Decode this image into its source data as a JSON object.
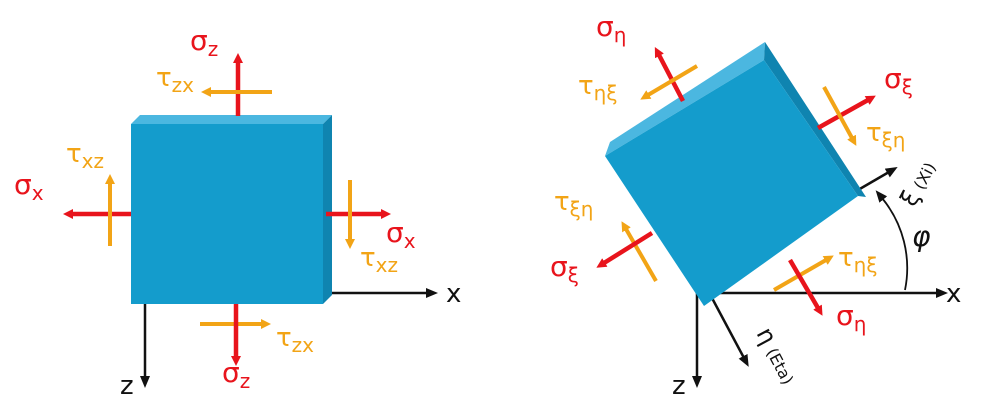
{
  "colors": {
    "block_face": "#149ccc",
    "block_top": "#4bb7e0",
    "block_side": "#0f84b0",
    "normal_stress": "#e8141c",
    "shear_stress": "#f2a416",
    "axis": "#111111"
  },
  "left": {
    "axes": {
      "x": "x",
      "z": "z"
    },
    "sigma_z_top": {
      "base": "σ",
      "sub": "z"
    },
    "tau_zx_top": {
      "base": "τ",
      "sub": "zx"
    },
    "tau_xz_left": {
      "base": "τ",
      "sub": "xz"
    },
    "sigma_x_left": {
      "base": "σ",
      "sub": "x"
    },
    "sigma_x_right": {
      "base": "σ",
      "sub": "x"
    },
    "tau_xz_right": {
      "base": "τ",
      "sub": "xz"
    },
    "tau_zx_bottom": {
      "base": "τ",
      "sub": "zx"
    },
    "sigma_z_bottom": {
      "base": "σ",
      "sub": "z"
    }
  },
  "right": {
    "axes": {
      "x": "x",
      "z": "z"
    },
    "xi_axis": {
      "symbol": "ξ",
      "note": "(Xi)"
    },
    "eta_axis": {
      "symbol": "η",
      "note": "(Eta)"
    },
    "angle": "φ",
    "sigma_eta_top": {
      "base": "σ",
      "sub": "η"
    },
    "tau_etaxi_top": {
      "base": "τ",
      "sub": "ηξ"
    },
    "sigma_xi_right": {
      "base": "σ",
      "sub": "ξ"
    },
    "tau_xieta_right": {
      "base": "τ",
      "sub": "ξη"
    },
    "tau_xieta_left": {
      "base": "τ",
      "sub": "ξη"
    },
    "sigma_xi_left": {
      "base": "σ",
      "sub": "ξ"
    },
    "tau_etaxi_bottom": {
      "base": "τ",
      "sub": "ηξ"
    },
    "sigma_eta_bottom": {
      "base": "σ",
      "sub": "η"
    }
  }
}
